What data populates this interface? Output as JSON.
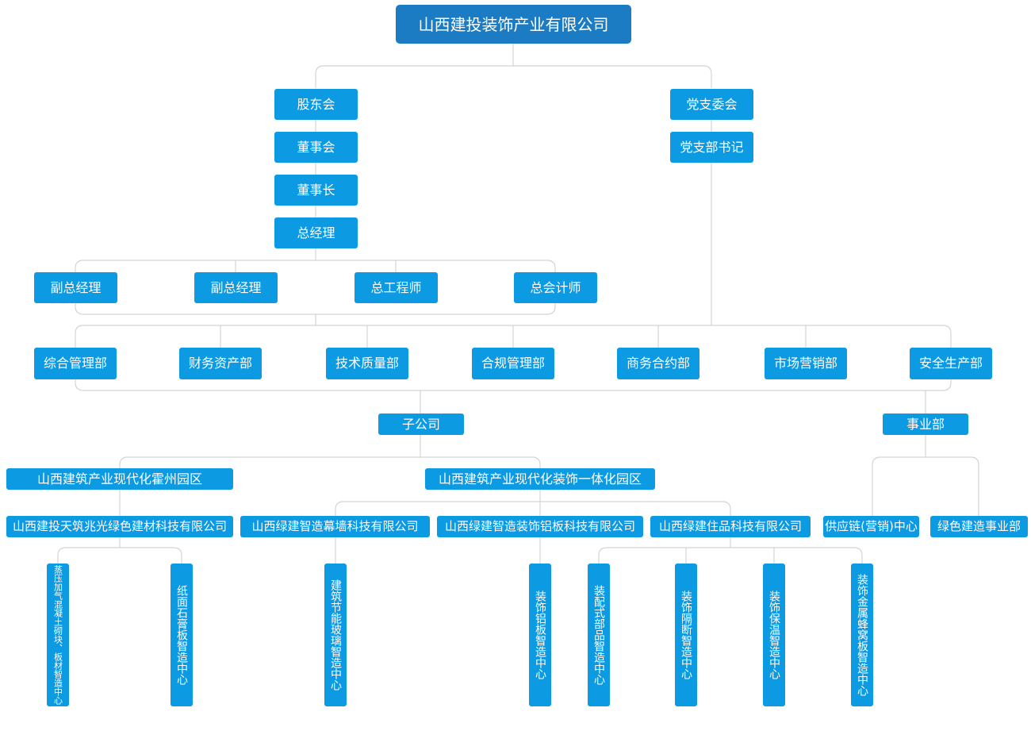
{
  "org": {
    "root": "山西建投装饰产业有限公司",
    "governance": [
      "股东会",
      "董事会",
      "董事长",
      "总经理"
    ],
    "party": [
      "党支委会",
      "党支部书记"
    ],
    "deputies": [
      "副总经理",
      "副总经理",
      "总工程师",
      "总会计师"
    ],
    "departments": [
      "综合管理部",
      "财务资产部",
      "技术质量部",
      "合规管理部",
      "商务合约部",
      "市场营销部",
      "安全生产部"
    ],
    "subsidiaries_label": "子公司",
    "business_label": "事业部",
    "parks": [
      "山西建筑产业现代化霍州园区",
      "山西建筑产业现代化装饰一体化园区"
    ],
    "companies": [
      "山西建投天筑兆光绿色建材科技有限公司",
      "山西绿建智造幕墙科技有限公司",
      "山西绿建智造装饰铝板科技有限公司",
      "山西绿建住品科技有限公司"
    ],
    "business_units": [
      "供应链(营销)中心",
      "绿色建造事业部"
    ],
    "centers": [
      "蒸压加气混凝土砌块、板材智造中心",
      "纸面石膏板智造中心",
      "建筑节能玻璃智造中心",
      "装饰铝板智造中心",
      "装配式部品智造中心",
      "装饰隔断智造中心",
      "装饰保温智造中心",
      "装饰金属蜂窝板智造中心"
    ]
  }
}
